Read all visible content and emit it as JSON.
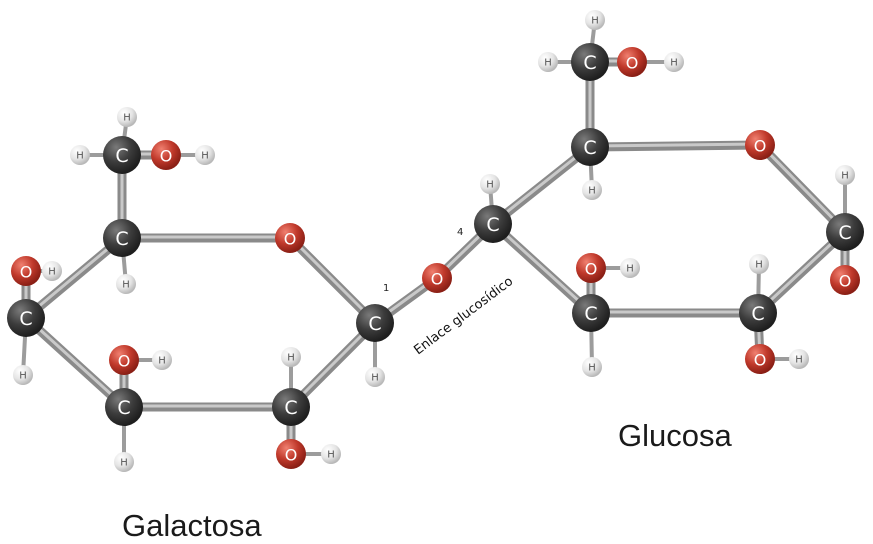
{
  "molecules": {
    "galactose_name": "Galactosa",
    "glucose_name": "Glucosa"
  },
  "bond": {
    "label": "Enlace glucosídico",
    "carbon_number_1": "1",
    "carbon_number_4": "4"
  },
  "atoms": {
    "carbon": "C",
    "oxygen": "O",
    "hydrogen": "H"
  },
  "colors": {
    "carbon": "#3c3c3c",
    "oxygen": "#c0392b",
    "hydrogen": "#e4e4e4",
    "bond": "#8a8a8a"
  }
}
